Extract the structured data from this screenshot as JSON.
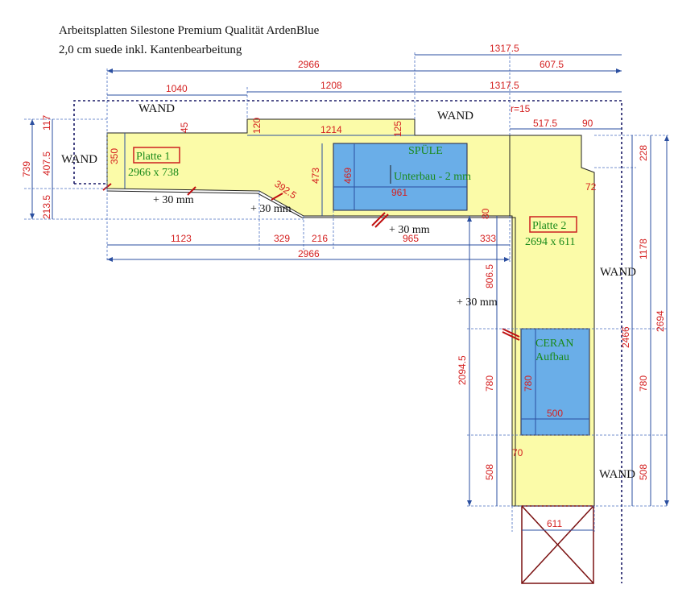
{
  "title": {
    "line1": "Arbeitsplatten Silestone Premium Qualität ArdenBlue",
    "line2": "2,0 cm suede inkl. Kantenbearbeitung"
  },
  "colors": {
    "worktop": "#fbfba8",
    "cutout": "#6aaee8",
    "dimension": "#d42020",
    "dimline": "#2b4fa0",
    "wall": "#1a1a66",
    "label_box": "#cc2020",
    "label_text": "#1a8a1a"
  },
  "walls": [
    "WAND",
    "WAND",
    "WAND",
    "WAND",
    "WAND"
  ],
  "plates": [
    {
      "name": "Platte 1",
      "size": "2966 x 738"
    },
    {
      "name": "Platte 2",
      "size": "2694 x 611"
    }
  ],
  "cutouts": [
    {
      "line1": "SPÜLE",
      "line2": "Unterbau - 2 mm"
    },
    {
      "line1": "CERAN",
      "line2": "Aufbau"
    }
  ],
  "edge_notes": [
    "+ 30 mm",
    "+ 30 mm",
    "+ 30 mm",
    "+ 30 mm"
  ],
  "radius": "r=15",
  "dimensions": {
    "top_2966": "2966",
    "top_1317_5_a": "1317.5",
    "top_607_5": "607.5",
    "top_1040": "1040",
    "top_1208": "1208",
    "top_1317_5_b": "1317.5",
    "d_1214": "1214",
    "d_517_5": "517.5",
    "d_90": "90",
    "d_45": "45",
    "d_120": "120",
    "d_125": "125",
    "d_350": "350",
    "d_473": "473",
    "d_469": "469",
    "d_961": "961",
    "d_392_5": "392.5",
    "d_80": "80",
    "d_72": "72",
    "left_117": "117",
    "left_407_5": "407.5",
    "left_739": "739",
    "left_213_5": "213.5",
    "bot_1123": "1123",
    "bot_329": "329",
    "bot_216": "216",
    "bot_965": "965",
    "bot_333": "333",
    "bot_2966": "2966",
    "d_806_5": "806.5",
    "d_2094_5": "2094.5",
    "d_780_a": "780",
    "d_780_b": "780",
    "d_508_a": "508",
    "d_500": "500",
    "d_70": "70",
    "d_611": "611",
    "right_228": "228",
    "right_1178": "1178",
    "right_2466": "2466",
    "right_2694": "2694",
    "right_780": "780",
    "right_508": "508"
  }
}
